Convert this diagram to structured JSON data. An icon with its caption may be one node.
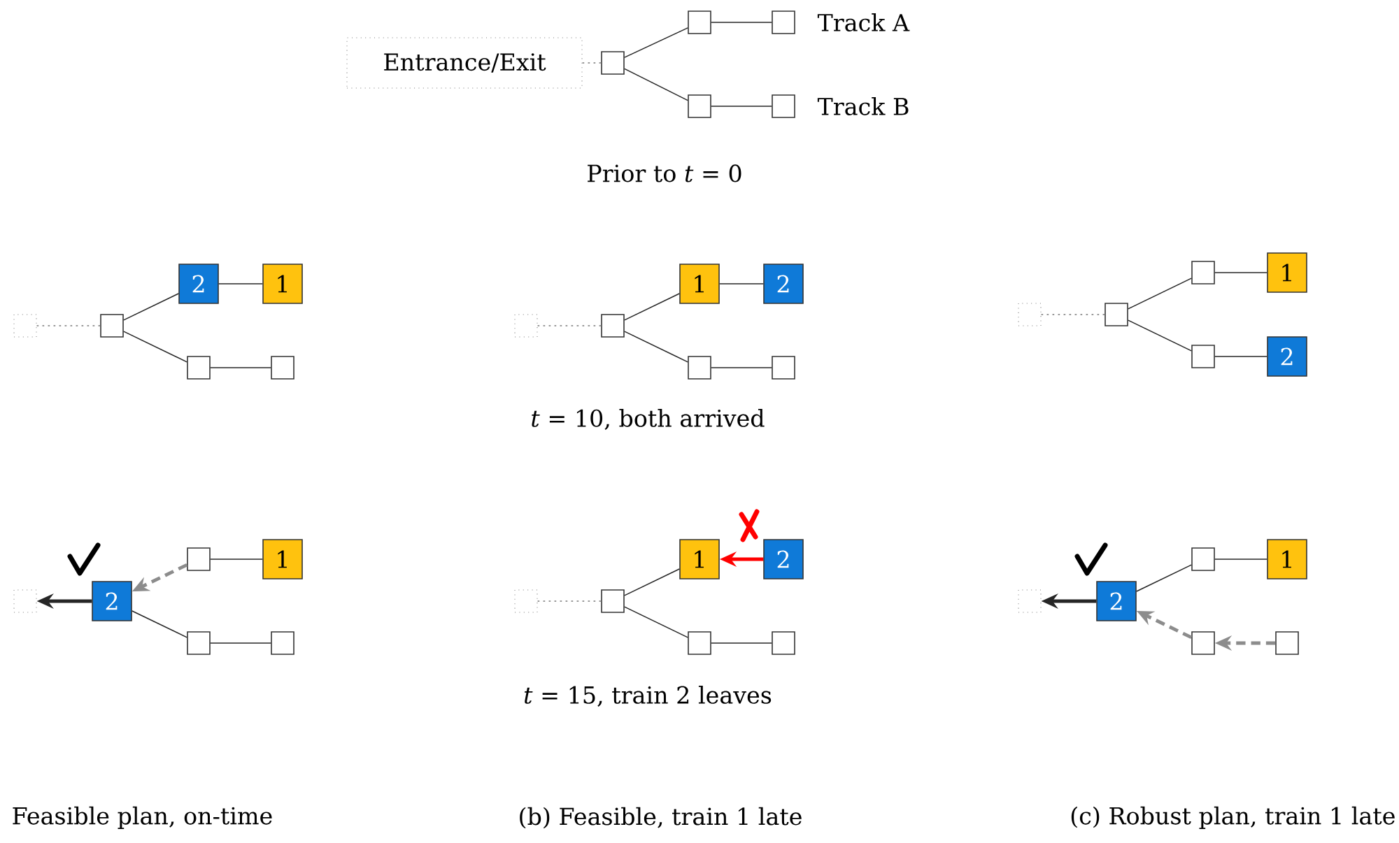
{
  "diagram": {
    "nodes": [
      {
        "text": [
          "Entrance/Exit"
        ]
      },
      {
        "text": [],
        "shape": "box"
      },
      {
        "text": [],
        "shape": "box"
      },
      {
        "text": [],
        "shape": "box",
        "beside": [
          "Track A"
        ]
      },
      {
        "text": [],
        "shape": "box"
      },
      {
        "text": [],
        "shape": "box",
        "beside": [
          "Track B"
        ]
      },
      {
        "text": [],
        "shape": "box"
      },
      {
        "text": [],
        "shape": "box"
      },
      {
        "text": [
          "2"
        ]
      },
      {
        "text": [
          "1"
        ]
      },
      {
        "text": [],
        "shape": "box"
      },
      {
        "text": [],
        "shape": "box"
      },
      {
        "text": [],
        "shape": "box"
      },
      {
        "text": [],
        "shape": "box"
      },
      {
        "text": [
          "1"
        ]
      },
      {
        "text": [
          "2"
        ]
      },
      {
        "text": [],
        "shape": "box"
      },
      {
        "text": [],
        "shape": "box"
      },
      {
        "text": [],
        "shape": "box"
      },
      {
        "text": [],
        "shape": "box"
      },
      {
        "text": [],
        "shape": "box"
      },
      {
        "text": [
          "1"
        ]
      },
      {
        "text": [],
        "shape": "box"
      },
      {
        "text": [
          "2"
        ]
      },
      {
        "text": [],
        "shape": "box"
      },
      {
        "text": [
          "2"
        ]
      },
      {
        "text": [],
        "shape": "box"
      },
      {
        "text": [
          "1"
        ]
      },
      {
        "text": [],
        "shape": "box"
      },
      {
        "text": [],
        "shape": "box"
      },
      {
        "text": [],
        "shape": "box"
      },
      {
        "text": [],
        "shape": "box"
      },
      {
        "text": [
          "1"
        ]
      },
      {
        "text": [
          "2"
        ]
      },
      {
        "text": [],
        "shape": "box"
      },
      {
        "text": [],
        "shape": "box"
      },
      {
        "text": [],
        "shape": "box"
      },
      {
        "text": [
          "2"
        ]
      },
      {
        "text": [],
        "shape": "box"
      },
      {
        "text": [
          "1"
        ]
      },
      {
        "text": [],
        "shape": "box"
      },
      {
        "text": [],
        "shape": "box"
      }
    ],
    "edges": [
      {
        "from": 0,
        "to": 1,
        "arrow": "none",
        "style": "dashed",
        "color": "#999999"
      },
      {
        "from": 1,
        "to": 2,
        "arrow": "none"
      },
      {
        "from": 2,
        "to": 3,
        "arrow": "none"
      },
      {
        "from": 1,
        "to": 4,
        "arrow": "none"
      },
      {
        "from": 4,
        "to": 5,
        "arrow": "none"
      },
      {
        "from": 6,
        "to": 7,
        "arrow": "none",
        "style": "dashed",
        "color": "#999999"
      },
      {
        "from": 7,
        "to": 8,
        "arrow": "none"
      },
      {
        "from": 8,
        "to": 9,
        "arrow": "none"
      },
      {
        "from": 7,
        "to": 10,
        "arrow": "none"
      },
      {
        "from": 10,
        "to": 11,
        "arrow": "none"
      },
      {
        "from": 12,
        "to": 13,
        "arrow": "none",
        "style": "dashed",
        "color": "#999999"
      },
      {
        "from": 13,
        "to": 14,
        "arrow": "none"
      },
      {
        "from": 14,
        "to": 15,
        "arrow": "none"
      },
      {
        "from": 13,
        "to": 16,
        "arrow": "none"
      },
      {
        "from": 16,
        "to": 17,
        "arrow": "none"
      },
      {
        "from": 18,
        "to": 19,
        "arrow": "none",
        "style": "dashed",
        "color": "#999999"
      },
      {
        "from": 19,
        "to": 20,
        "arrow": "none"
      },
      {
        "from": 20,
        "to": 21,
        "arrow": "none"
      },
      {
        "from": 19,
        "to": 22,
        "arrow": "none"
      },
      {
        "from": 22,
        "to": 23,
        "arrow": "none"
      },
      {
        "from": 25,
        "to": 24,
        "arrow": "to",
        "style": "thick"
      },
      {
        "from": 26,
        "to": 25,
        "arrow": "to",
        "style": "dashed",
        "color": "#8c8c8c"
      },
      {
        "from": 26,
        "to": 27,
        "arrow": "none"
      },
      {
        "from": 25,
        "to": 28,
        "arrow": "none"
      },
      {
        "from": 28,
        "to": 29,
        "arrow": "none"
      },
      {
        "from": 30,
        "to": 31,
        "arrow": "none",
        "style": "dashed",
        "color": "#999999"
      },
      {
        "from": 31,
        "to": 32,
        "arrow": "none"
      },
      {
        "from": 33,
        "to": 32,
        "arrow": "to",
        "style": "thick",
        "color": "#ff0000"
      },
      {
        "from": 31,
        "to": 34,
        "arrow": "none"
      },
      {
        "from": 34,
        "to": 35,
        "arrow": "none"
      },
      {
        "from": 37,
        "to": 36,
        "arrow": "to",
        "style": "thick"
      },
      {
        "from": 37,
        "to": 38,
        "arrow": "none"
      },
      {
        "from": 38,
        "to": 39,
        "arrow": "none"
      },
      {
        "from": 40,
        "to": 37,
        "arrow": "to",
        "style": "dashed",
        "color": "#8c8c8c"
      },
      {
        "from": 41,
        "to": 40,
        "arrow": "to",
        "style": "dashed",
        "color": "#8c8c8c"
      }
    ],
    "labels": [
      "Prior to *t* = 0",
      "*t* = 10, both arrived",
      "*t* = 15, train 2 leaves",
      "Feasible plan, on-time",
      "(b) Feasible, train 1 late",
      "(c) Robust plan, train 1 late"
    ]
  }
}
